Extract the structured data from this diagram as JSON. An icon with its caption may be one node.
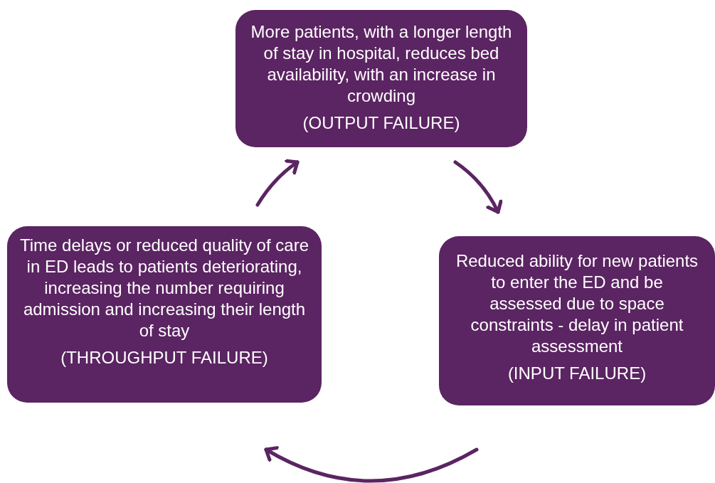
{
  "diagram": {
    "nodes": [
      {
        "text": [
          "More patients, with a longer length of stay in hospital, reduces bed availability, with an increase in crowding",
          "(OUTPUT FAILURE)"
        ]
      },
      {
        "text": [
          "Reduced ability for new patients to enter the ED and be assessed due to space constraints - delay in patient assessment",
          "(INPUT FAILURE)"
        ]
      },
      {
        "text": [
          "Time delays or reduced quality of care in ED leads to patients deteriorating, increasing the number requiring admission and increasing their length of stay",
          "(THROUGHPUT FAILURE)"
        ]
      }
    ],
    "edges": [
      {
        "from": 0,
        "to": 1,
        "arrow": "to"
      },
      {
        "from": 1,
        "to": 2,
        "arrow": "to"
      },
      {
        "from": 2,
        "to": 0,
        "arrow": "to"
      }
    ]
  }
}
